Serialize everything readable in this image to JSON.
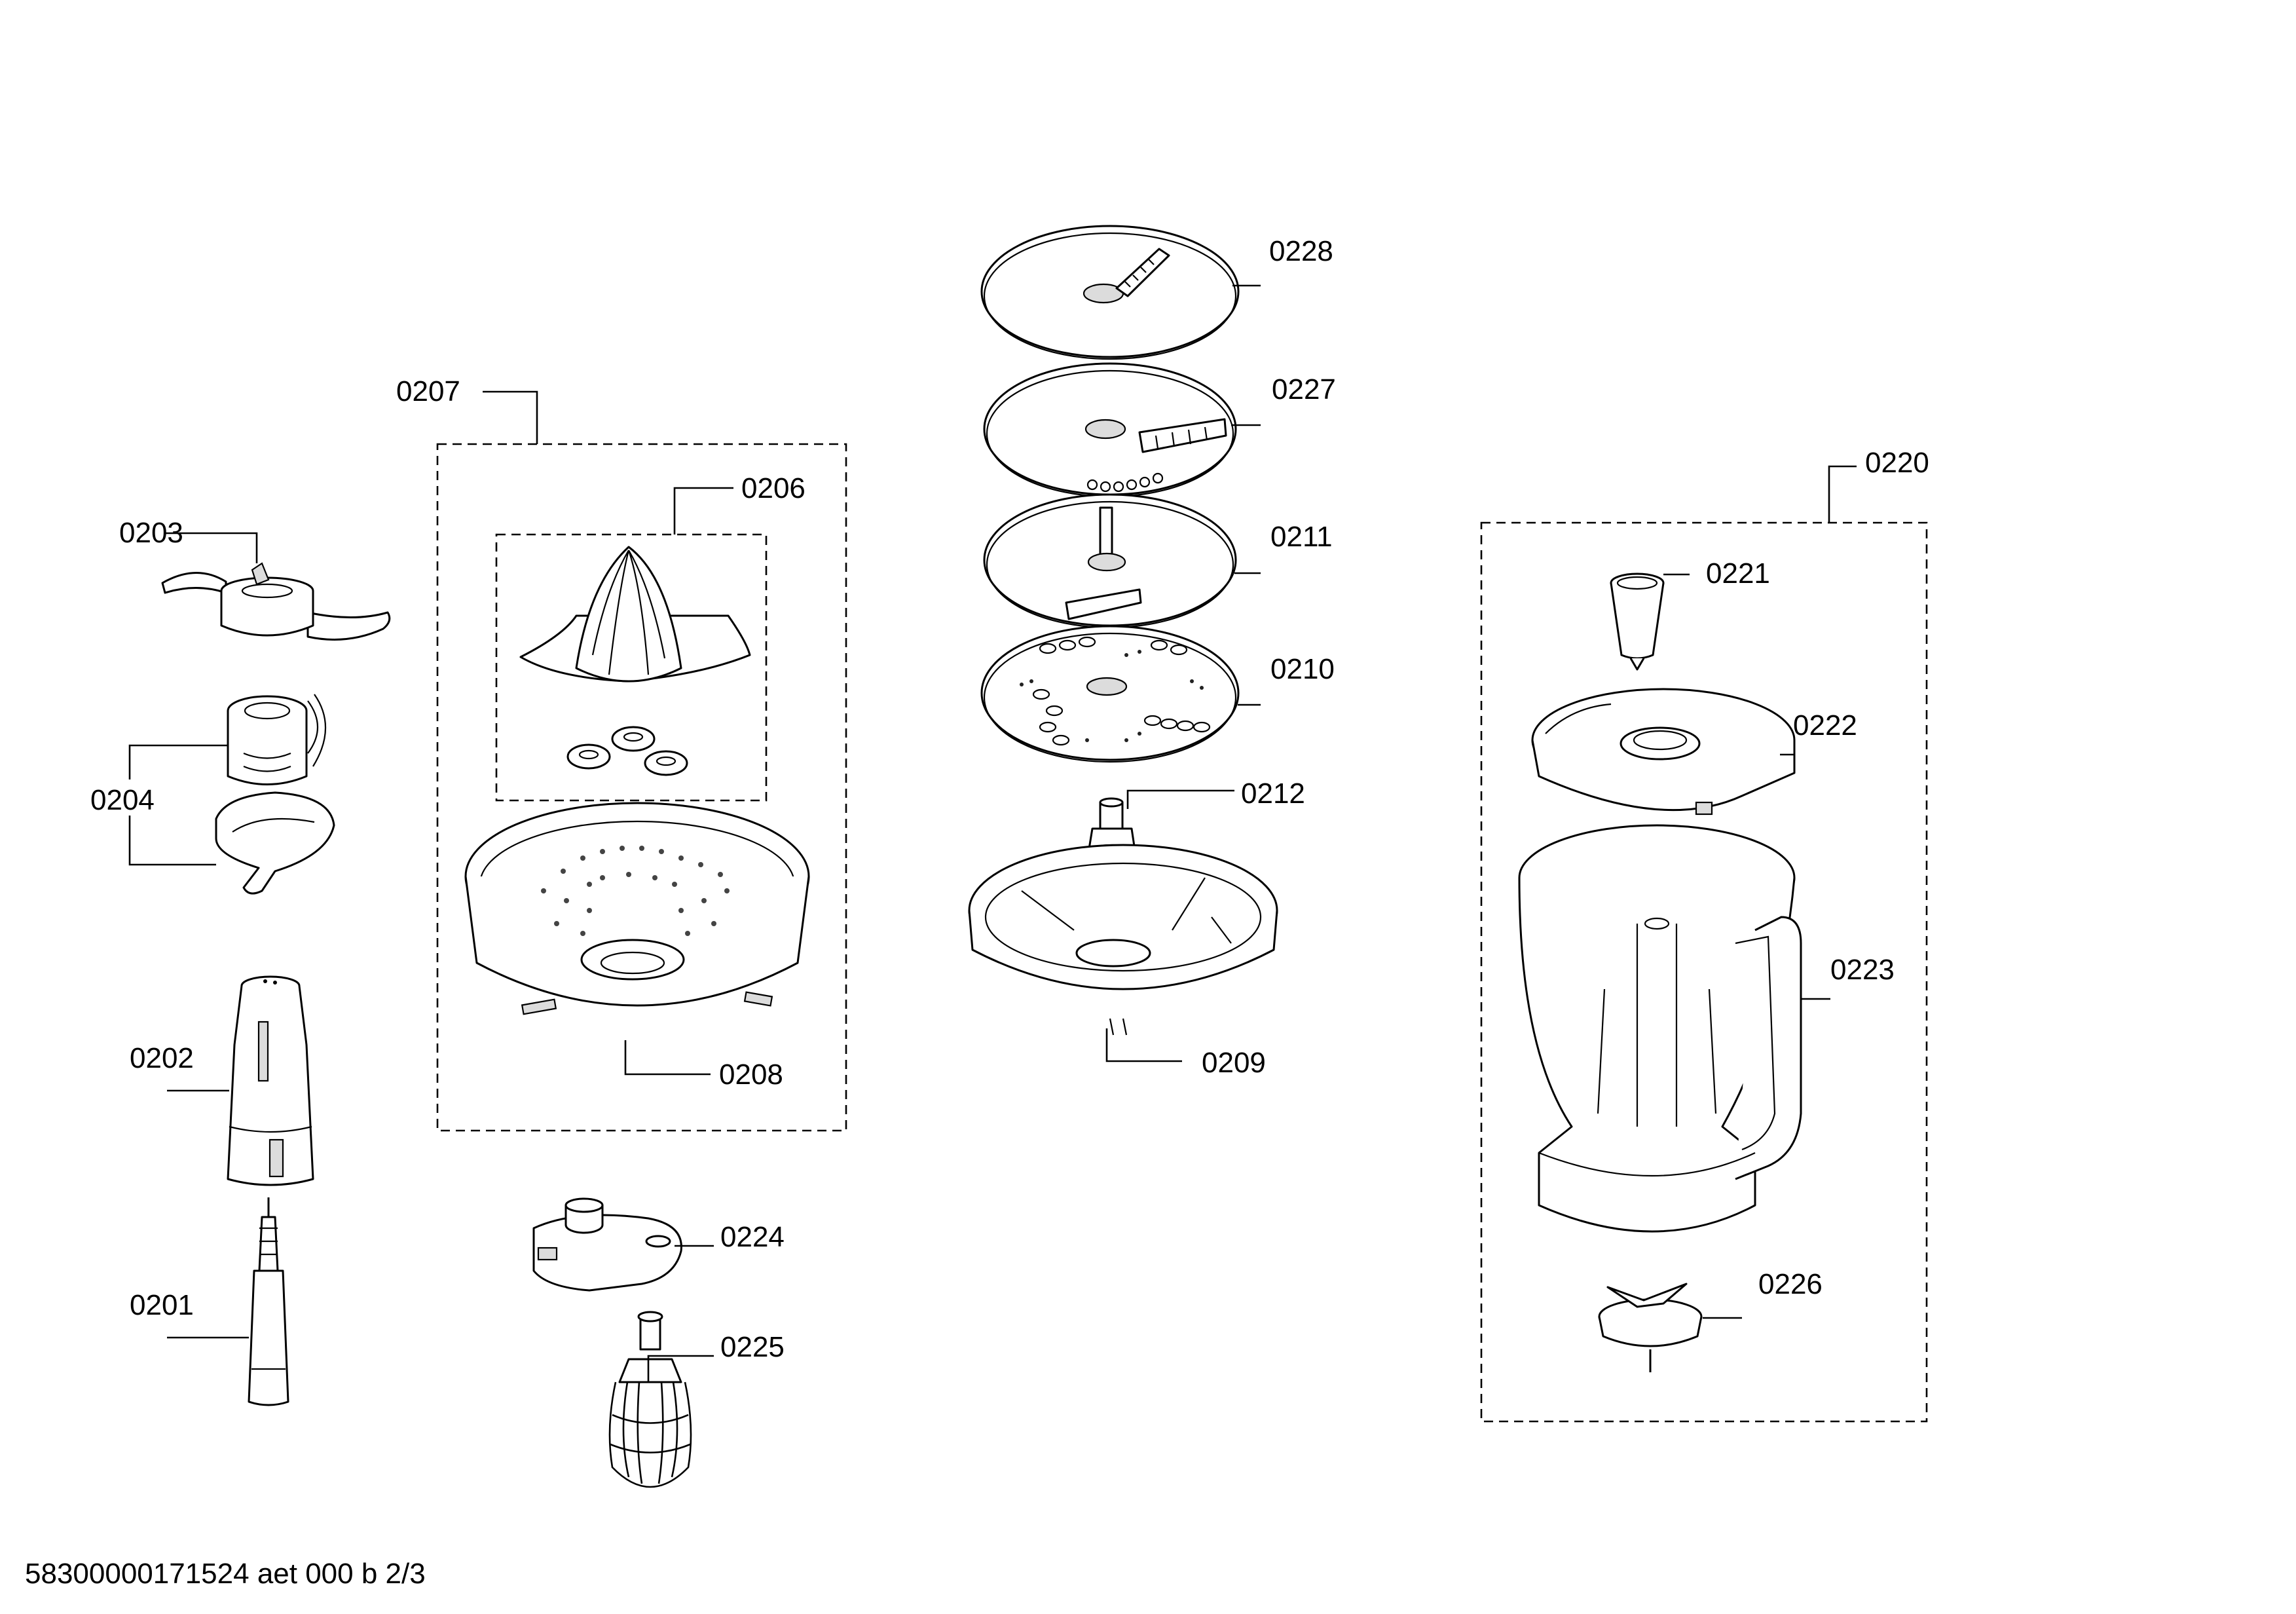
{
  "document_id": "58300000171524 aet 000 b 2/3",
  "parts": {
    "p0201": "0201",
    "p0202": "0202",
    "p0203": "0203",
    "p0204": "0204",
    "p0206": "0206",
    "p0207": "0207",
    "p0208": "0208",
    "p0209": "0209",
    "p0210": "0210",
    "p0211": "0211",
    "p0212": "0212",
    "p0220": "0220",
    "p0221": "0221",
    "p0222": "0222",
    "p0223": "0223",
    "p0224": "0224",
    "p0225": "0225",
    "p0226": "0226",
    "p0227": "0227",
    "p0228": "0228"
  }
}
